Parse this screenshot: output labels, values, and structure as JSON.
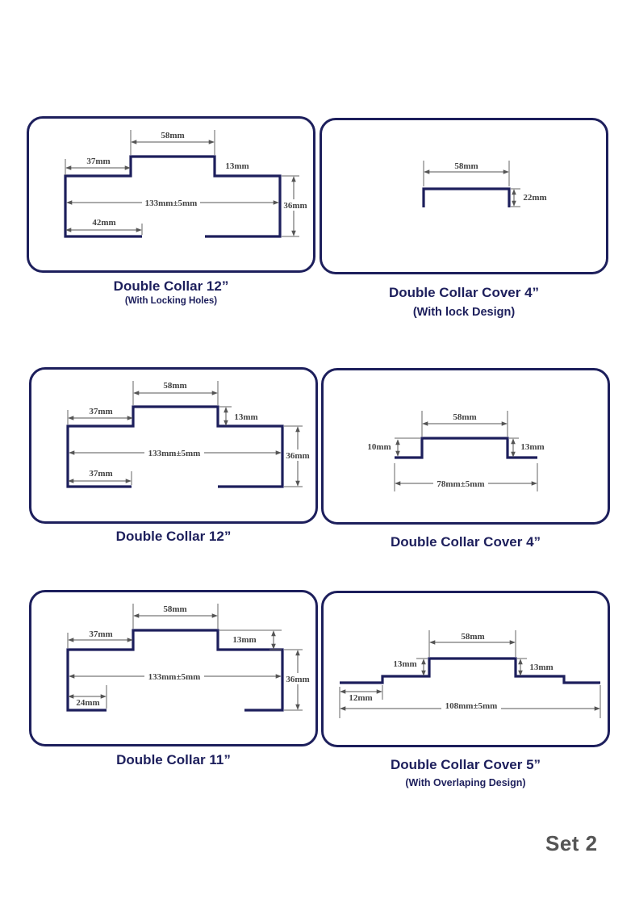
{
  "panels": [
    {
      "id": "p1",
      "caption": {
        "title": "Double Collar 12”",
        "sub": "(With Locking Holes)"
      },
      "labels": {
        "top": "58mm",
        "left": "37mm",
        "step": "13mm",
        "span": "133mm±5mm",
        "height": "36mm",
        "bottom": "42mm"
      }
    },
    {
      "id": "p2",
      "caption": {
        "title": "Double Collar Cover 4”",
        "sub": "(With lock Design)"
      },
      "labels": {
        "top": "58mm",
        "height": "22mm"
      }
    },
    {
      "id": "p3",
      "caption": {
        "title": "Double Collar 12”"
      },
      "labels": {
        "top": "58mm",
        "left": "37mm",
        "step": "13mm",
        "span": "133mm±5mm",
        "height": "36mm",
        "bottom": "37mm"
      }
    },
    {
      "id": "p4",
      "caption": {
        "title": "Double Collar Cover 4”"
      },
      "labels": {
        "top": "58mm",
        "left": "10mm",
        "step": "13mm",
        "span": "78mm±5mm"
      }
    },
    {
      "id": "p5",
      "caption": {
        "title": "Double Collar 11”"
      },
      "labels": {
        "top": "58mm",
        "left": "37mm",
        "step": "13mm",
        "span": "133mm±5mm",
        "height": "36mm",
        "bottom": "24mm"
      }
    },
    {
      "id": "p6",
      "caption": {
        "title": "Double Collar Cover 5”",
        "sub": "(With Overlaping  Design)"
      },
      "labels": {
        "top": "58mm",
        "stepLeft": "13mm",
        "stepRight": "13mm",
        "flange": "12mm",
        "span": "108mm±5mm"
      }
    }
  ],
  "set_label": "Set 2",
  "colors": {
    "profile": "#1d1f5c",
    "dimension": "#555555",
    "set_label": "#555555"
  }
}
